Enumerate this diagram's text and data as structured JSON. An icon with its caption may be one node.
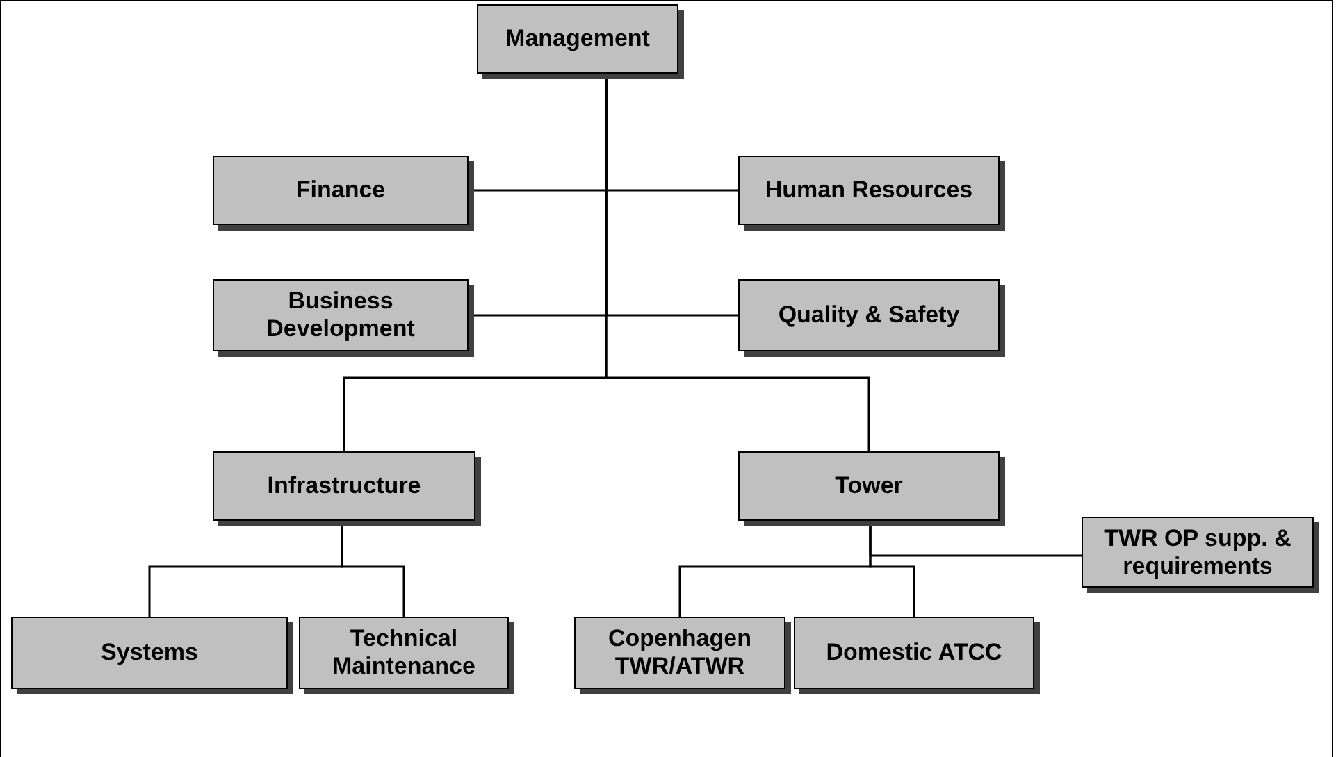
{
  "diagram": {
    "nodes": [
      {
        "text": [
          "Management"
        ]
      },
      {
        "text": [
          "Finance"
        ]
      },
      {
        "text": [
          "Human Resources"
        ]
      },
      {
        "text": [
          "Business Development"
        ]
      },
      {
        "text": [
          "Quality & Safety"
        ]
      },
      {
        "text": [
          "Infrastructure"
        ]
      },
      {
        "text": [
          "Tower"
        ]
      },
      {
        "text": [
          "TWR OP supp. & requirements"
        ]
      },
      {
        "text": [
          "Systems"
        ]
      },
      {
        "text": [
          "Technical Maintenance"
        ]
      },
      {
        "text": [
          "Copenhagen TWR/ATWR"
        ]
      },
      {
        "text": [
          "Domestic ATCC"
        ]
      }
    ],
    "edges": [
      {
        "from": 0,
        "to": 1,
        "arrow": "none"
      },
      {
        "from": 0,
        "to": 2,
        "arrow": "none"
      },
      {
        "from": 0,
        "to": 3,
        "arrow": "none"
      },
      {
        "from": 0,
        "to": 4,
        "arrow": "none"
      },
      {
        "from": 0,
        "to": 5,
        "arrow": "none"
      },
      {
        "from": 0,
        "to": 6,
        "arrow": "none"
      },
      {
        "from": 5,
        "to": 8,
        "arrow": "none"
      },
      {
        "from": 5,
        "to": 9,
        "arrow": "none"
      },
      {
        "from": 6,
        "to": 7,
        "arrow": "none"
      },
      {
        "from": 6,
        "to": 10,
        "arrow": "none"
      },
      {
        "from": 6,
        "to": 11,
        "arrow": "none"
      }
    ]
  }
}
